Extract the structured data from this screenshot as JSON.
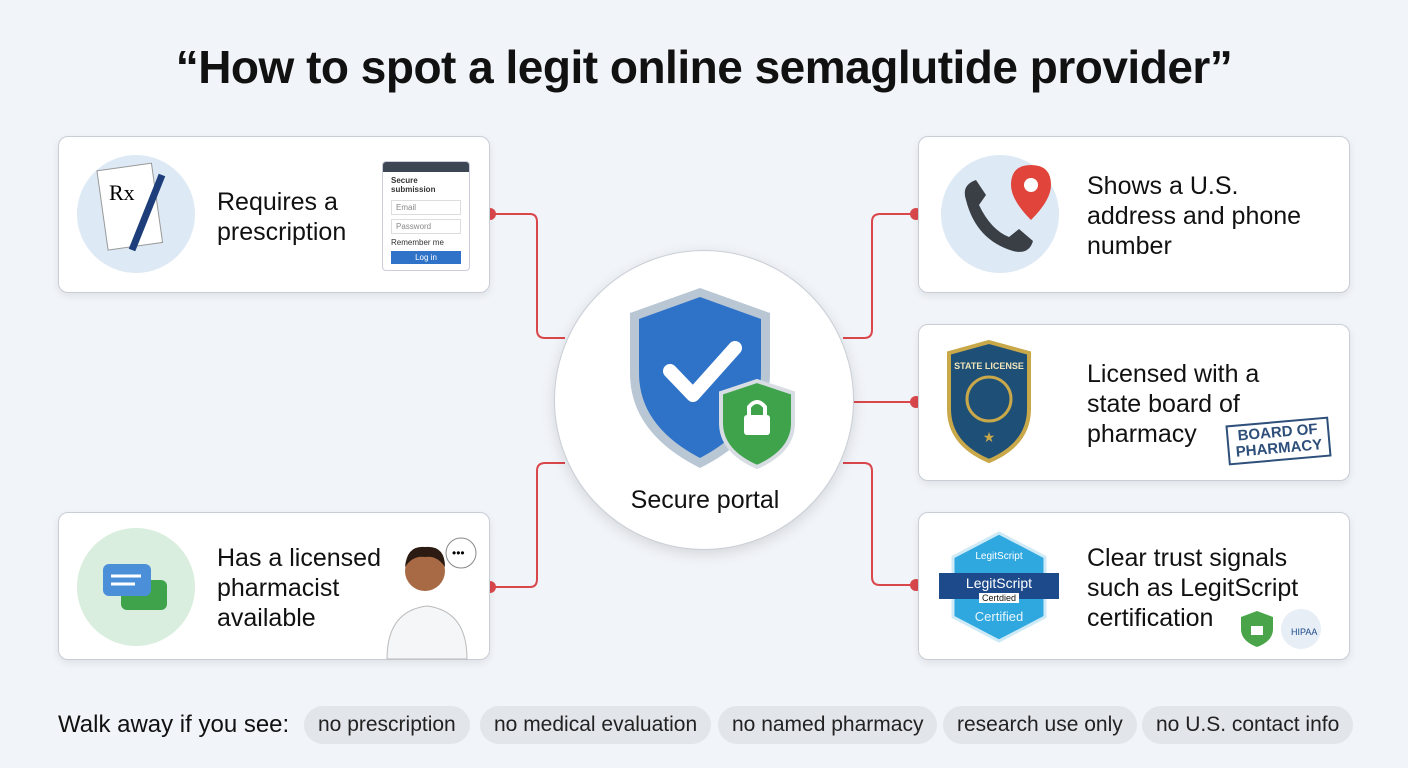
{
  "title": "“How to spot a legit online semaglutide provider”",
  "hub": {
    "label": "Secure portal"
  },
  "cards": {
    "prescription": {
      "text": [
        "Requires a",
        "prescription"
      ],
      "login_mock": {
        "title": "Secure submission",
        "email_placeholder": "Email",
        "password_placeholder": "Password",
        "remember": "Remember me",
        "button": "Log in"
      }
    },
    "pharmacist": {
      "text": [
        "Has a licensed",
        "pharmacist",
        "available"
      ]
    },
    "address": {
      "text": [
        "Shows a U.S.",
        "address and phone",
        "number"
      ]
    },
    "license": {
      "text": [
        "Licensed with a",
        "state board of",
        "pharmacy"
      ],
      "badge_text": "STATE LICENSE",
      "stamp": [
        "BOARD OF",
        "PHARMACY"
      ]
    },
    "trust": {
      "text": [
        "Clear trust signals",
        "such as LegitScript",
        "certification"
      ],
      "badge": {
        "brand": "LegitScript",
        "name": "LegitScript",
        "tag": "Certdied",
        "status": "Certified"
      },
      "hipaa": "HIPAA"
    }
  },
  "walk_away": {
    "label": "Walk away if you see:",
    "items": [
      "no prescription",
      "no medical evaluation",
      "no named pharmacy",
      "research use only",
      "no U.S. contact info"
    ]
  },
  "colors": {
    "connector": "#d9474b",
    "shield": "#2f73c9",
    "lock": "#3ea34a"
  }
}
